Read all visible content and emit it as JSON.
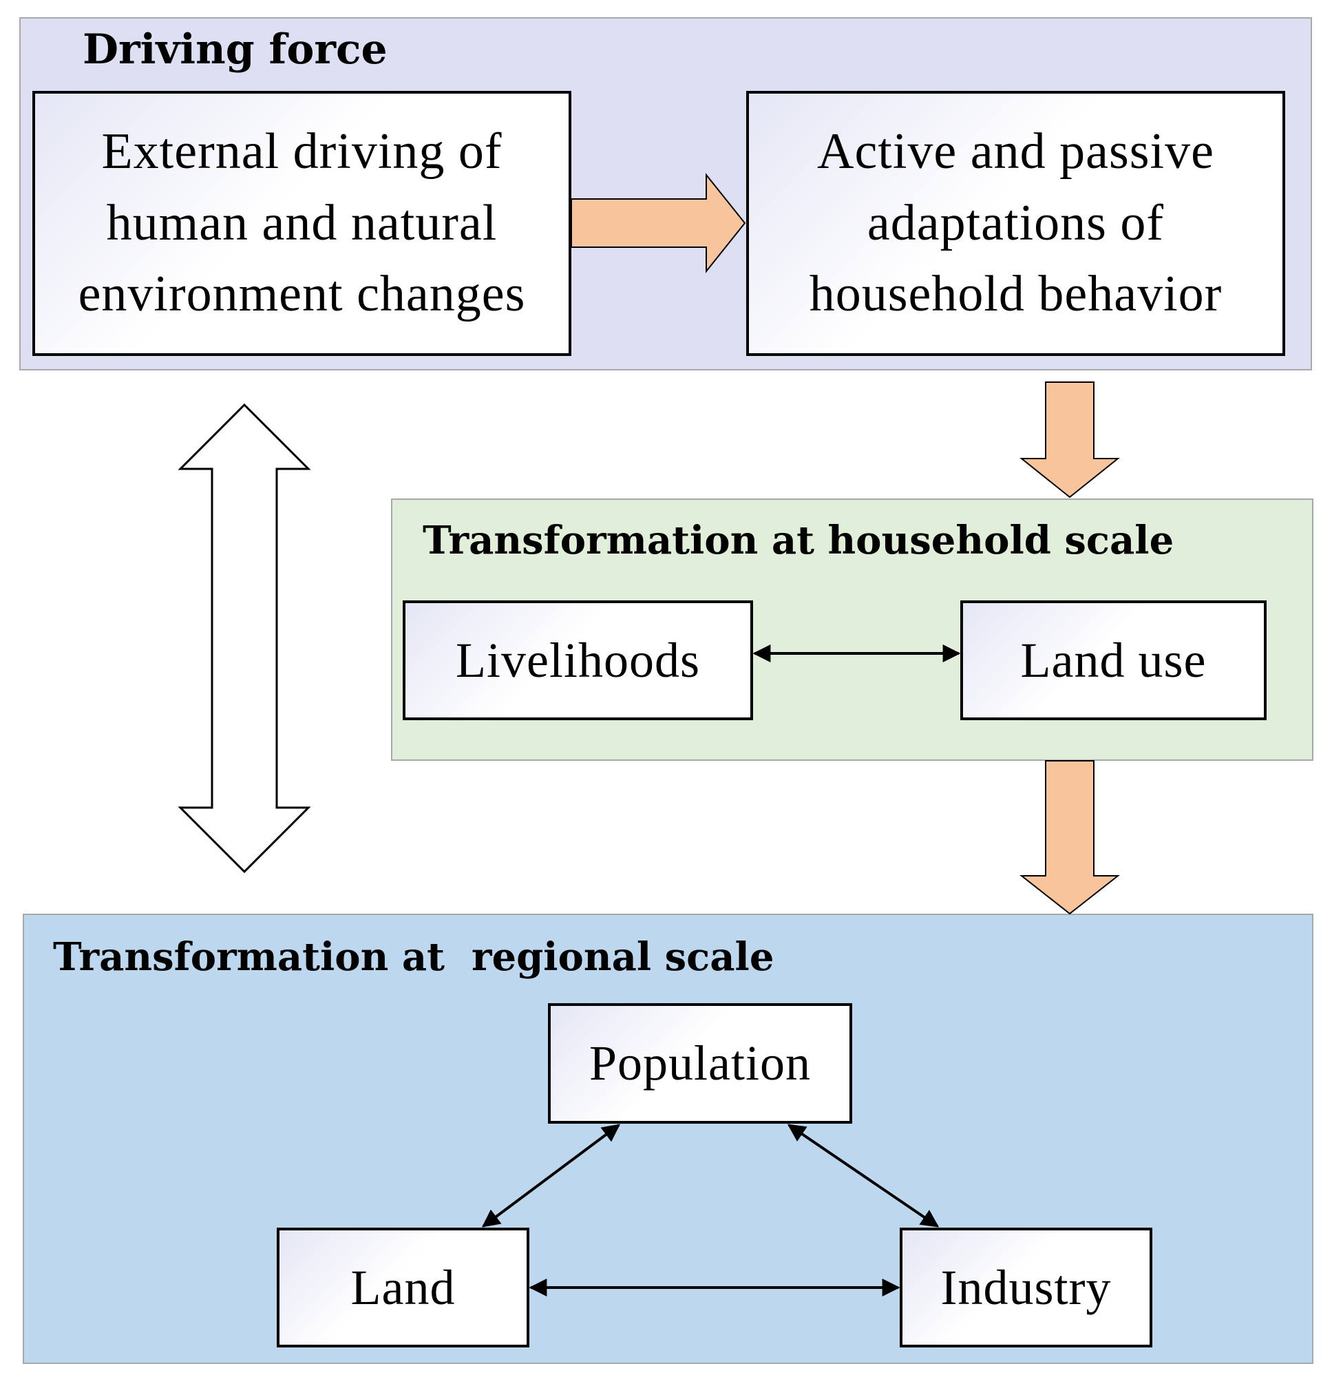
{
  "panels": {
    "driving_force": {
      "title": "Driving force",
      "external_box": "External driving of\nhuman and natural\nenvironment changes",
      "adaptation_box": "Active and passive\nadaptations of\nhousehold behavior"
    },
    "household": {
      "title": "Transformation at household scale",
      "livelihoods": "Livelihoods",
      "land_use": "Land use"
    },
    "regional": {
      "title": "Transformation at  regional scale",
      "population": "Population",
      "land": "Land",
      "industry": "Industry"
    }
  },
  "colors": {
    "driving_panel": "#dce0f2",
    "household_panel": "#e1efda",
    "regional_panel": "#bdd7ee",
    "block_arrow_fill": "#f8c49c",
    "block_arrow_stroke": "#000000",
    "hollow_arrow_fill": "#ffffff"
  }
}
